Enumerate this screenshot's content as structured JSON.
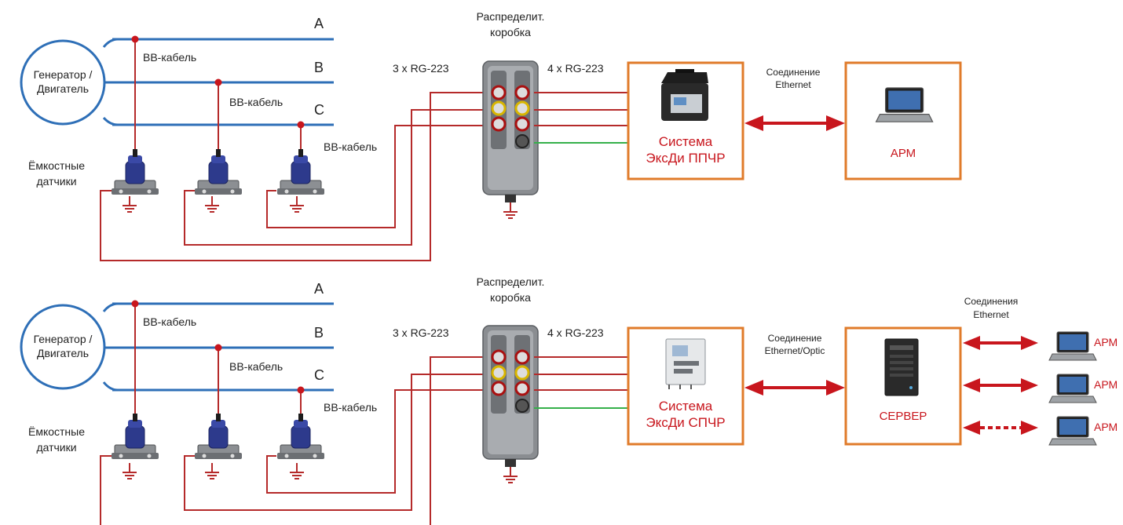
{
  "colors": {
    "bus": "#2e6fb7",
    "cable": "#b52a2a",
    "box_border": "#e07b2a",
    "accent_text": "#c8161d",
    "ground_green": "#35b04a"
  },
  "labels": {
    "generator": [
      "Генератор /",
      "Двигатель"
    ],
    "phases": [
      "A",
      "B",
      "C"
    ],
    "hv_cable": "ВВ-кабель",
    "sensors": [
      "Ёмкостные",
      "датчики"
    ],
    "junction_box": [
      "Распределит.",
      "коробка"
    ],
    "in_cables": "3 x RG-223",
    "out_cables": "4 x RG-223"
  },
  "top": {
    "system_lines": [
      "Система",
      "ЭксДи ППЧР"
    ],
    "link_lines": [
      "Соединение",
      "Ethernet"
    ],
    "workstation": "АРМ"
  },
  "bottom": {
    "system_lines": [
      "Система",
      "ЭксДи СПЧР"
    ],
    "link_lines": [
      "Соединение",
      "Ethernet/Optic"
    ],
    "server": "СЕРВЕР",
    "links_lines": [
      "Соединения",
      "Ethernet"
    ],
    "workstations": [
      "АРМ",
      "АРМ",
      "АРМ"
    ]
  },
  "icons": [
    "generator-circle",
    "capacitive-sensor-icon",
    "ground-icon",
    "junction-box-icon",
    "ppchr-case-icon",
    "spchr-cabinet-icon",
    "laptop-icon",
    "server-icon",
    "double-arrow-icon"
  ]
}
